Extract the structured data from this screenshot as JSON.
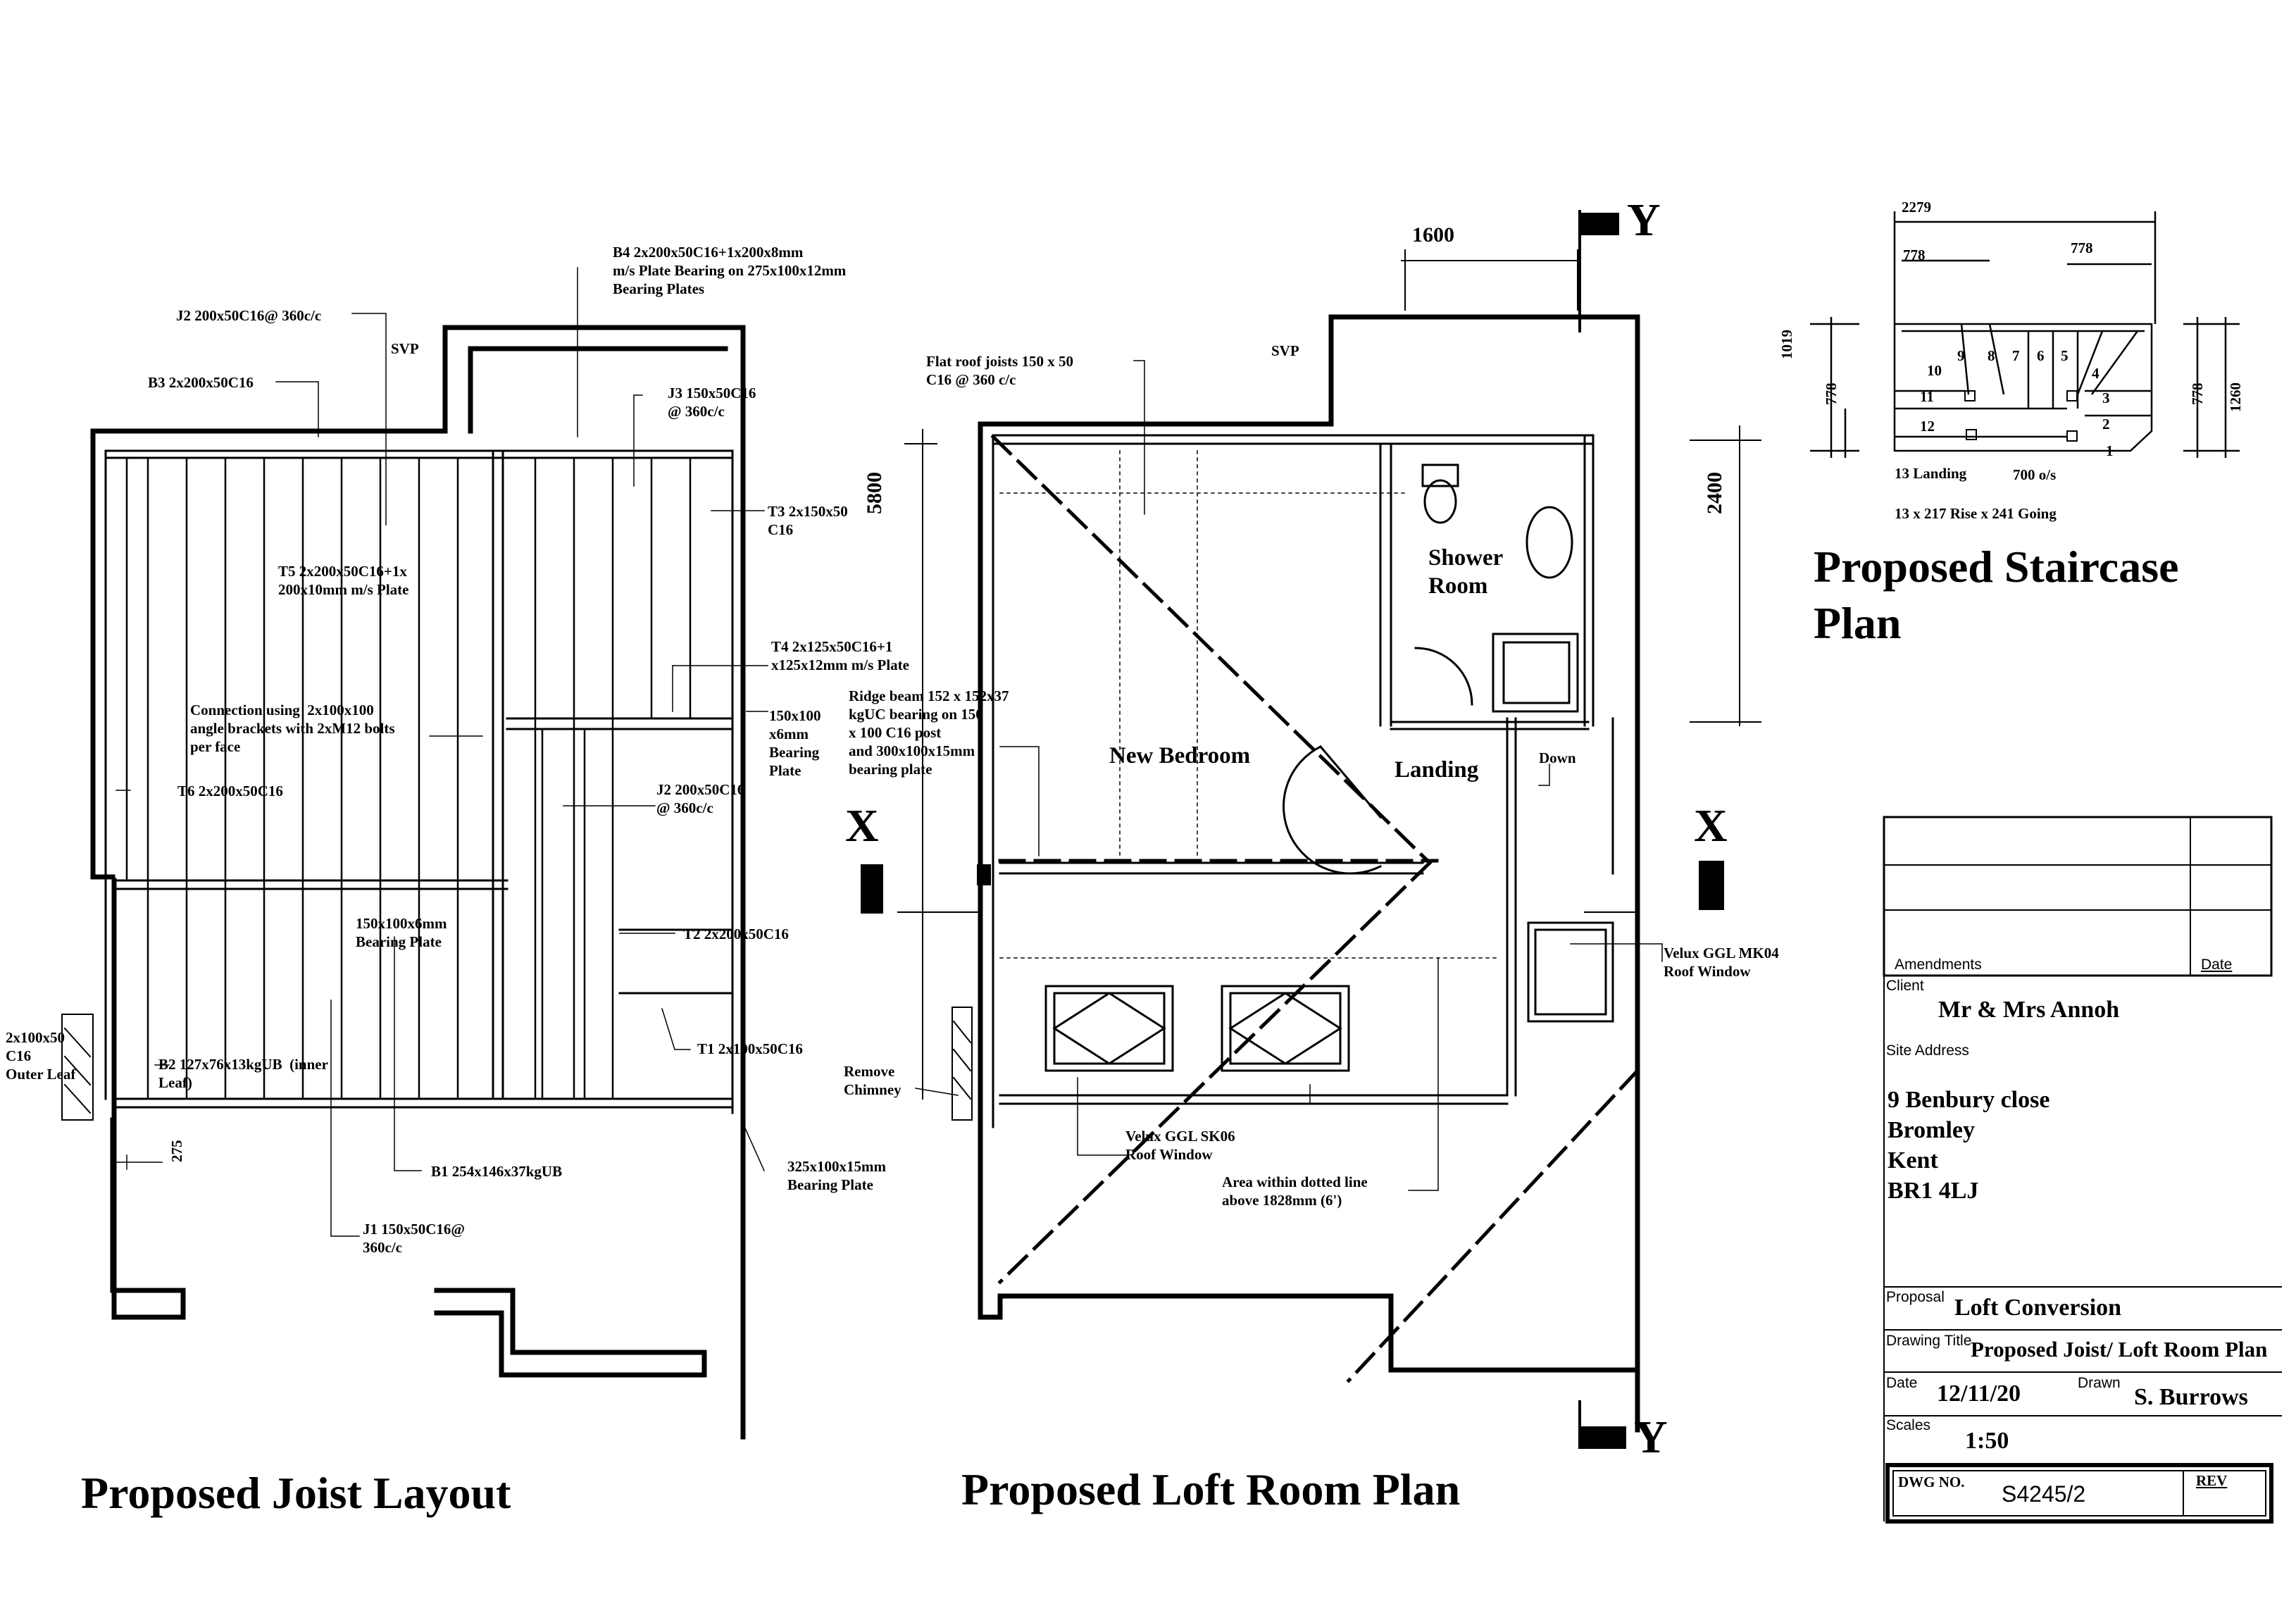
{
  "titles": {
    "joist_layout": "Proposed Joist Layout",
    "loft_room": "Proposed Loft Room Plan",
    "staircase": "Proposed Staircase\nPlan"
  },
  "joist_labels": {
    "b4": "B4 2x200x50C16+1x200x8mm\nm/s Plate Bearing on 275x100x12mm\nBearing Plates",
    "j2_top": "J2 200x50C16@ 360c/c",
    "svp": "SVP",
    "b3": "B3 2x200x50C16",
    "j3": "J3 150x50C16\n@ 360c/c",
    "t3": "T3 2x150x50\nC16",
    "t5": "T5 2x200x50C16+1x\n200x10mm m/s Plate",
    "t4": "T4 2x125x50C16+1\nx125x12mm m/s Plate",
    "connection": "Connection using  2x100x100\nangle brackets with 2xM12 bolts\nper face",
    "bp150": "150x100\nx6mm\nBearing\nPlate",
    "t6": "T6 2x200x50C16",
    "j2_mid": "J2 200x50C16\n@ 360c/c",
    "bp150b": "150x100x6mm\nBearing Plate",
    "t2": "T2 2x200x50C16",
    "outer_leaf": "2x100x50\nC16\nOuter Leaf",
    "b2": "B2 127x76x13kgUB  (inner\nLeaf)",
    "t1": "T1 2x100x50C16",
    "dim275": "275",
    "b1": "B1 254x146x37kgUB",
    "bp325": "325x100x15mm\nBearing Plate",
    "j1": "J1 150x50C16@\n360c/c"
  },
  "loft_labels": {
    "dim1600": "1600",
    "svp": "SVP",
    "flat_roof": "Flat roof joists 150 x 50\nC16 @ 360 c/c",
    "dim5800": "5800",
    "dim2400": "2400",
    "ridge": "Ridge beam 152 x 152x37\nkgUC bearing on 150\nx 100 C16 post\nand 300x100x15mm\nbearing plate",
    "shower_room": "Shower\nRoom",
    "new_bedroom": "New Bedroom",
    "landing": "Landing",
    "down": "Down",
    "x_left": "X",
    "x_right": "X",
    "y_top": "Y",
    "y_bottom": "Y",
    "velux_mk04": "Velux GGL MK04\nRoof Window",
    "remove_chimney": "Remove\nChimney",
    "velux_sk06": "Velux GGL SK06\nRoof Window",
    "area_note": "Area within dotted line\nabove 1828mm (6')"
  },
  "stair_labels": {
    "dim2279": "2279",
    "dim778a": "778",
    "dim778b": "778",
    "dim1019": "1019",
    "dim778c": "778",
    "dim778d": "778",
    "dim1260": "1260",
    "landing": "13 Landing",
    "os": "700 o/s",
    "rise": "13 x 217 Rise x 241 Going",
    "steps": [
      "1",
      "2",
      "3",
      "4",
      "5",
      "6",
      "7",
      "8",
      "9",
      "10",
      "11",
      "12"
    ]
  },
  "title_block": {
    "amendments": "Amendments",
    "date_col": "Date",
    "client_lbl": "Client",
    "client": "Mr & Mrs Annoh",
    "site_lbl": "Site Address",
    "address": "9 Benbury close\nBromley\nKent\nBR1 4LJ",
    "proposal_lbl": "Proposal",
    "proposal": "Loft Conversion",
    "drawing_title_lbl": "Drawing Title",
    "drawing_title": "Proposed Joist/ Loft Room Plan",
    "date_lbl": "Date",
    "date": "12/11/20",
    "drawn_lbl": "Drawn",
    "drawn": "S. Burrows",
    "scales_lbl": "Scales",
    "scale": "1:50",
    "dwg_lbl": "DWG NO.",
    "dwg": "S4245/2",
    "rev_lbl": "REV"
  }
}
